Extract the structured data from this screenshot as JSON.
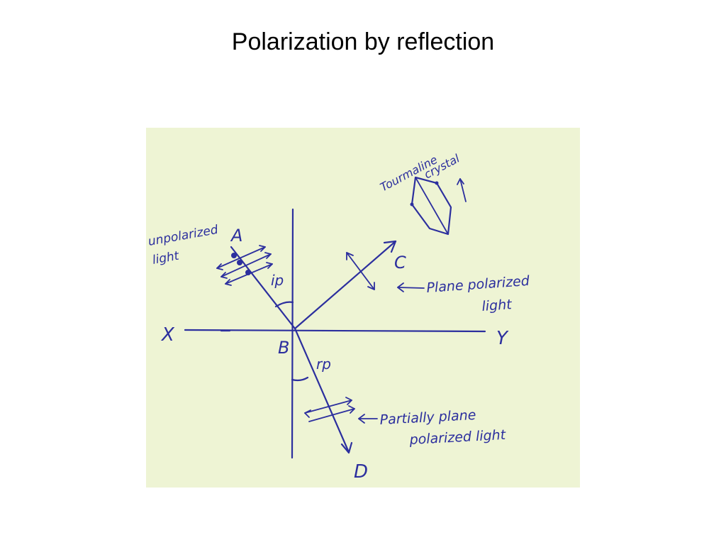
{
  "slide": {
    "title": "Polarization by reflection"
  },
  "diagram": {
    "labels": {
      "point_a": "A",
      "point_b": "B",
      "point_c": "C",
      "point_d": "D",
      "axis_x": "X",
      "axis_y": "Y",
      "angle_incidence": "ip",
      "angle_refraction": "rp",
      "incident_line1": "unpolarized",
      "incident_line2": "light",
      "reflected_line1": "Plane polarized",
      "reflected_line2": "light",
      "refracted_line1": "Partially plane",
      "refracted_line2": "polarized light",
      "crystal_line1": "Tourmaline",
      "crystal_line2": "crystal"
    },
    "colors": {
      "ink": "#2c2f9e",
      "paper": "#eef4d4"
    }
  }
}
